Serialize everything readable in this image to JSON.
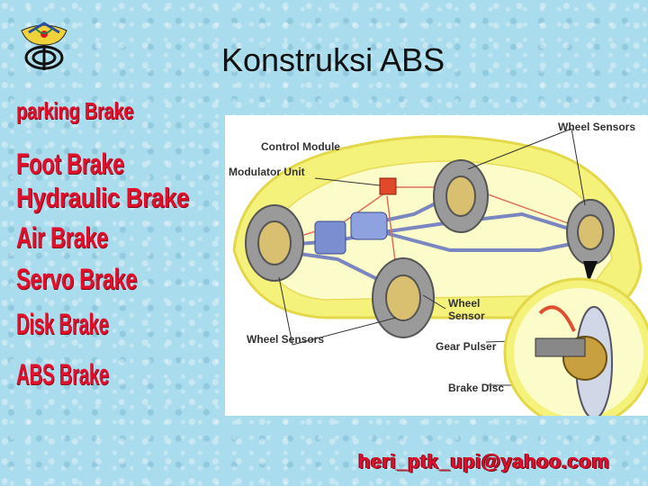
{
  "slide": {
    "title": "Konstruksi ABS",
    "email": "heri_ptk_upi@yahoo.com"
  },
  "logo": {
    "icon": "university-logo-icon"
  },
  "menu": {
    "items": [
      {
        "label": "parking Brake"
      },
      {
        "label": "Foot Brake"
      },
      {
        "label": "Hydraulic Brake"
      },
      {
        "label": "Air Brake"
      },
      {
        "label": "Servo Brake"
      },
      {
        "label": "Disk Brake"
      },
      {
        "label": "ABS Brake"
      }
    ],
    "color": "#e0102c"
  },
  "figure": {
    "labels": {
      "wheel_sensors_top": "Wheel Sensors",
      "control_module": "Control Module",
      "modulator_unit": "Modulator Unit",
      "wheel_sensor": "Wheel Sensor",
      "wheel_sensors_bottom": "Wheel Sensors",
      "gear_pulser": "Gear Pulser",
      "brake_disc": "Brake Disc"
    }
  }
}
